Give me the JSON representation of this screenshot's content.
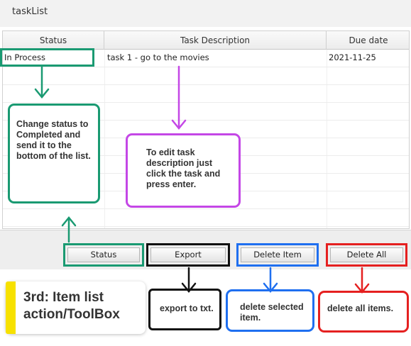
{
  "window": {
    "title": "taskList"
  },
  "table": {
    "columns": [
      "Status",
      "Task Description",
      "Due date"
    ],
    "rows": [
      {
        "status": "In Process",
        "description": "task  1 - go to the movies",
        "due": "2021-11-25"
      }
    ]
  },
  "toolbar": {
    "status_label": "Status",
    "export_label": "Export",
    "delete_item_label": "Delete Item",
    "delete_all_label": "Delete All"
  },
  "annotations": {
    "status_note": "Change status to Completed and send it to the bottom of the list.",
    "edit_note": "To edit task description just click the task and press enter.",
    "toolbox_title": "3rd: Item list action/ToolBox",
    "export_note": "export to txt.",
    "delete_item_note": "delete selected item.",
    "delete_all_note": "delete all items."
  },
  "colors": {
    "status_green": "#1a9a72",
    "edit_purple": "#c447e6",
    "export_black": "#111111",
    "delete_item_blue": "#1f6ff0",
    "delete_all_red": "#e52020",
    "toolbox_yellow": "#f7e100"
  },
  "icons": [
    "arrow-down-icon",
    "arrow-up-icon"
  ]
}
